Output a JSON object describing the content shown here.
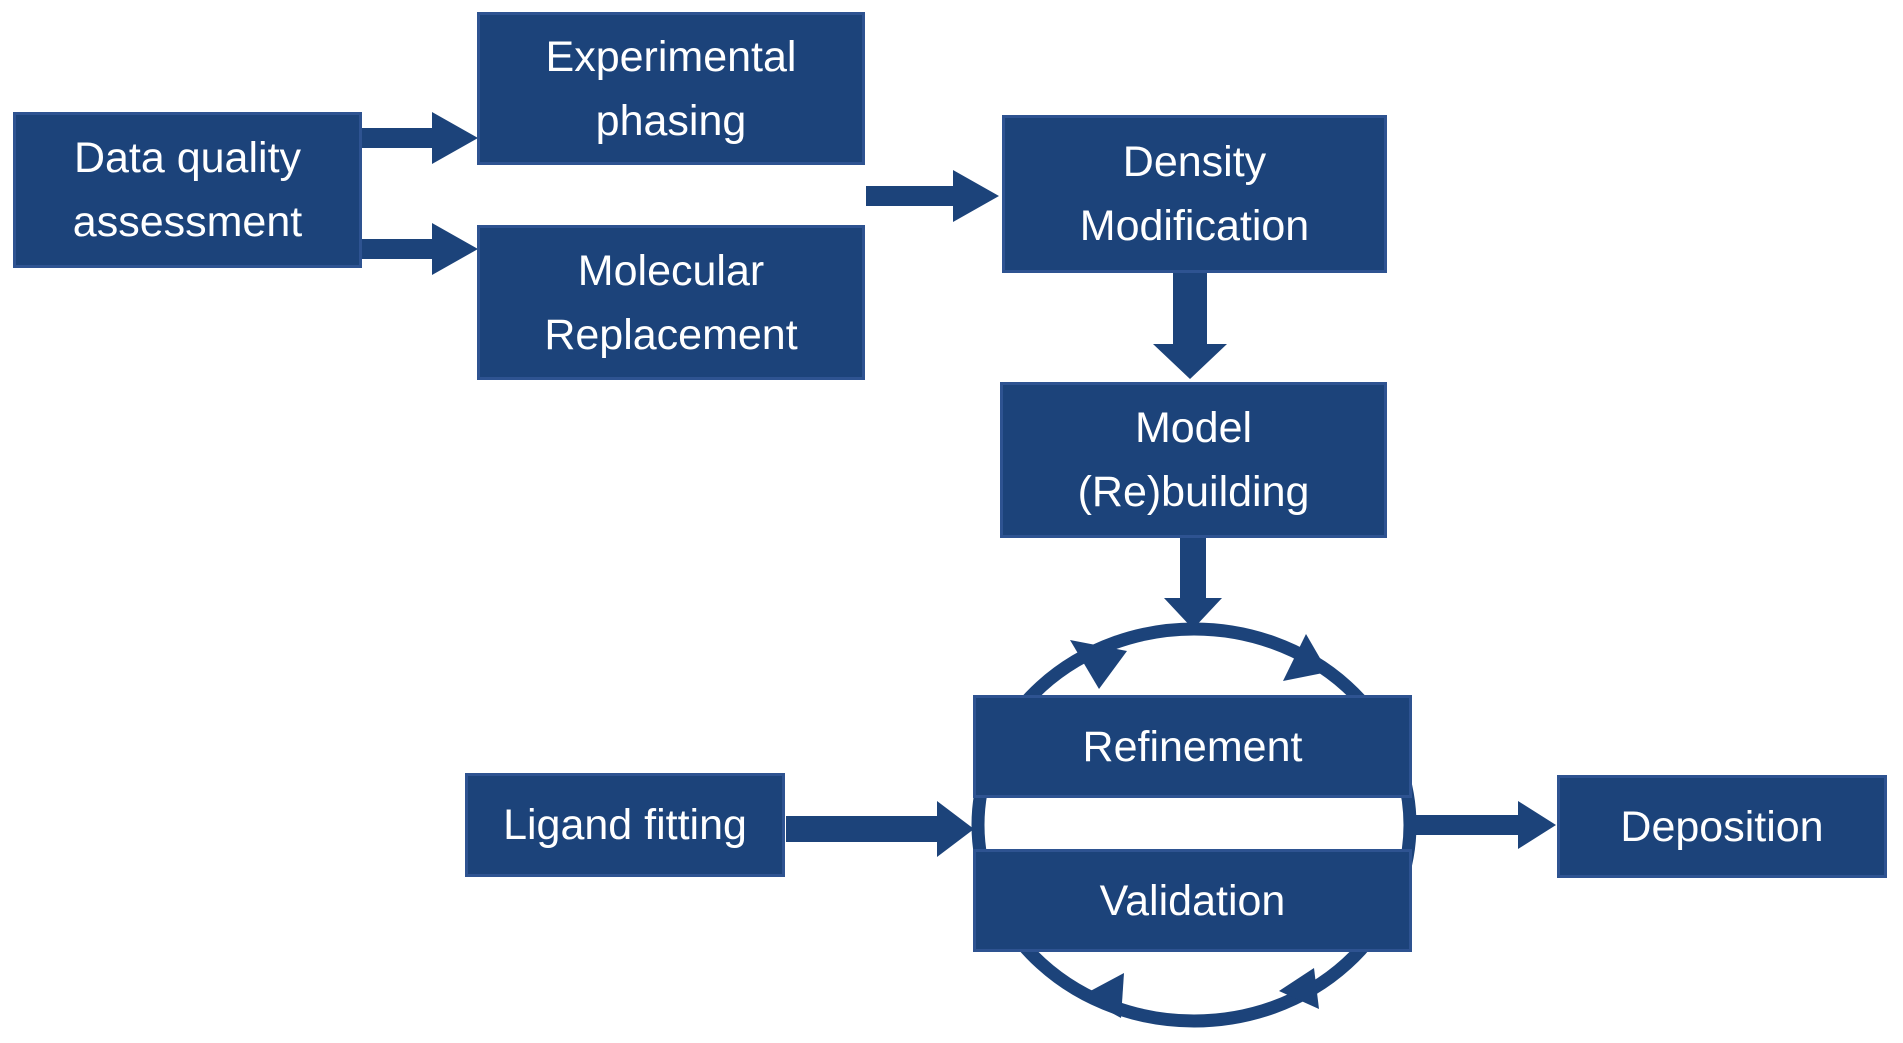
{
  "colors": {
    "shape_fill": "#1c437a",
    "shape_border": "#2e5391",
    "arrow": "#1c437a",
    "text": "#ffffff",
    "background": "#ffffff"
  },
  "boxes": {
    "data_quality": {
      "line1": "Data quality",
      "line2": "assessment"
    },
    "experimental_phasing": {
      "line1": "Experimental",
      "line2": "phasing"
    },
    "molecular_replacement": {
      "line1": "Molecular",
      "line2": "Replacement"
    },
    "density_modification": {
      "line1": "Density",
      "line2": "Modification"
    },
    "model_rebuilding": {
      "line1": "Model",
      "line2": "(Re)building"
    },
    "refinement": {
      "line1": "Refinement"
    },
    "validation": {
      "line1": "Validation"
    },
    "ligand_fitting": {
      "line1": "Ligand fitting"
    },
    "deposition": {
      "line1": "Deposition"
    }
  }
}
